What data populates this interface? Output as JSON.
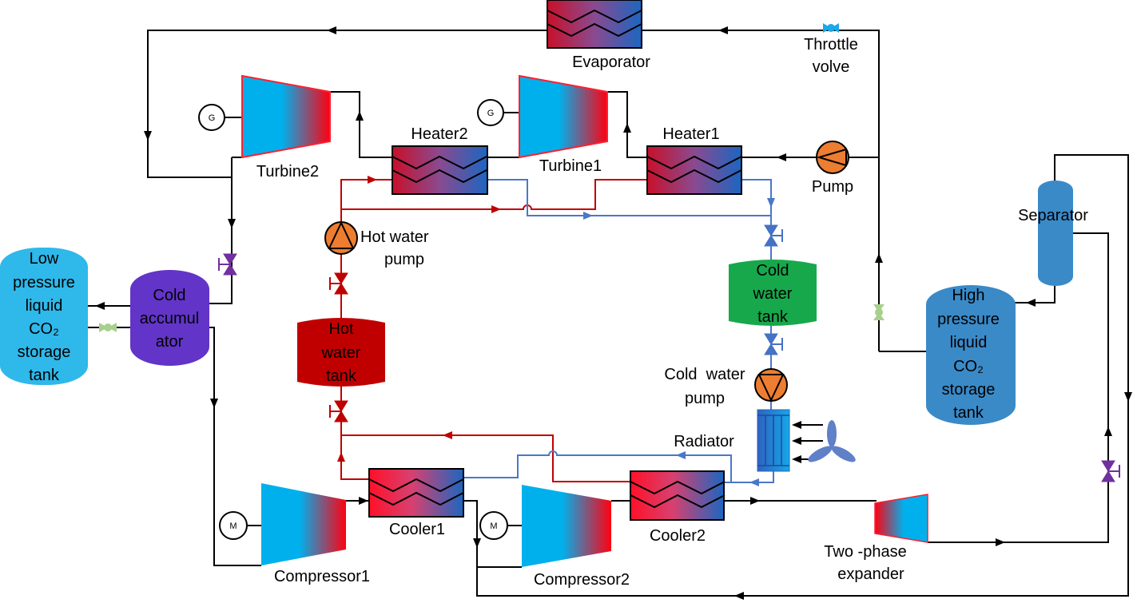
{
  "colors": {
    "co2_line": "#000000",
    "hot_water_line": "#c00000",
    "cold_water_line": "#4a78c8",
    "low_pressure_tank": "#2fb8ea",
    "cold_accumulator": "#6234c8",
    "hot_water_tank": "#c00000",
    "cold_water_tank": "#17a84c",
    "high_pressure_tank": "#3a8ac8",
    "separator": "#3a8ac8",
    "pump": "#ed7d31",
    "radiator": "#2f6fc8"
  },
  "components": {
    "evaporator": "Evaporator",
    "throttle_valve": [
      "Throttle",
      "volve"
    ],
    "turbine2": "Turbine2",
    "turbine1": "Turbine1",
    "heater2": "Heater2",
    "heater1": "Heater1",
    "pump": "Pump",
    "separator": "Separator",
    "generator_symbol": "G",
    "motor_symbol": "M",
    "low_pressure_tank": [
      "Low",
      "pressure",
      "liquid",
      "CO₂",
      "storage",
      "tank"
    ],
    "cold_accumulator": [
      "Cold",
      "accumul",
      "ator"
    ],
    "hot_water_pump": [
      "Hot water",
      "pump"
    ],
    "hot_water_tank": [
      "Hot",
      "water",
      "tank"
    ],
    "cold_water_tank": [
      "Cold",
      "water",
      "tank"
    ],
    "cold_water_pump": [
      "Cold  water",
      "pump"
    ],
    "radiator": "Radiator",
    "high_pressure_tank": [
      "High",
      "pressure",
      "liquid",
      "CO₂",
      "storage",
      "tank"
    ],
    "cooler1": "Cooler1",
    "cooler2": "Cooler2",
    "compressor1": "Compressor1",
    "compressor2": "Compressor2",
    "two_phase_expander": [
      "Two -phase",
      "expander"
    ]
  }
}
